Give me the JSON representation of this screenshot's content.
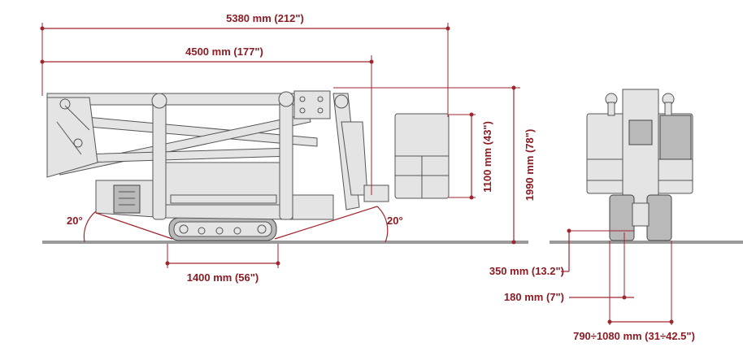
{
  "colors": {
    "dimension": "#a0262e",
    "dimension_text": "#8b1c24",
    "ground": "#9a9a9a",
    "machine_fill": "#e4e4e4",
    "machine_stroke": "#555555"
  },
  "side_view": {
    "overall_length": "5380 mm (212\")",
    "transport_length": "4500 mm (177\")",
    "basket_height": "1100 mm (43\")",
    "overall_height": "1990 mm (78\")",
    "front_angle": "20°",
    "rear_angle": "20°",
    "track_wheelbase": "1400 mm (56\")"
  },
  "front_view": {
    "ground_clearance": "350 mm (13.2\")",
    "min_clearance": "180 mm (7\")",
    "track_width": "790÷1080 mm (31÷42.5\")"
  }
}
